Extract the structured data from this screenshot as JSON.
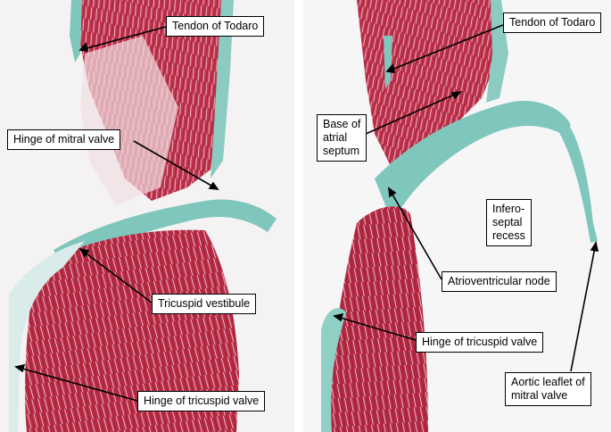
{
  "colors": {
    "muscle": "#c0334d",
    "muscle_dark": "#8f1f38",
    "fibrous_tissue": "#7fc6bd",
    "background": "#f4f2f2",
    "label_border": "#000000"
  },
  "left_panel": {
    "labels": {
      "tendon_of_todaro": "Tendon of Todaro",
      "hinge_of_mitral_valve": "Hinge of mitral valve",
      "tricuspid_vestibule": "Tricuspid vestibule",
      "hinge_of_tricuspid_valve": "Hinge of tricuspid valve"
    }
  },
  "right_panel": {
    "labels": {
      "tendon_of_todaro": "Tendon of Todaro",
      "base_of_atrial_septum": "Base of\natrial\nseptum",
      "infero_septal_recess": "Infero-\nseptal\nrecess",
      "atrioventricular_node": "Atrioventricular node",
      "hinge_of_tricuspid_valve": "Hinge of tricuspid valve",
      "aortic_leaflet_of_mitral_valve": "Aortic leaflet of\nmitral valve"
    }
  }
}
